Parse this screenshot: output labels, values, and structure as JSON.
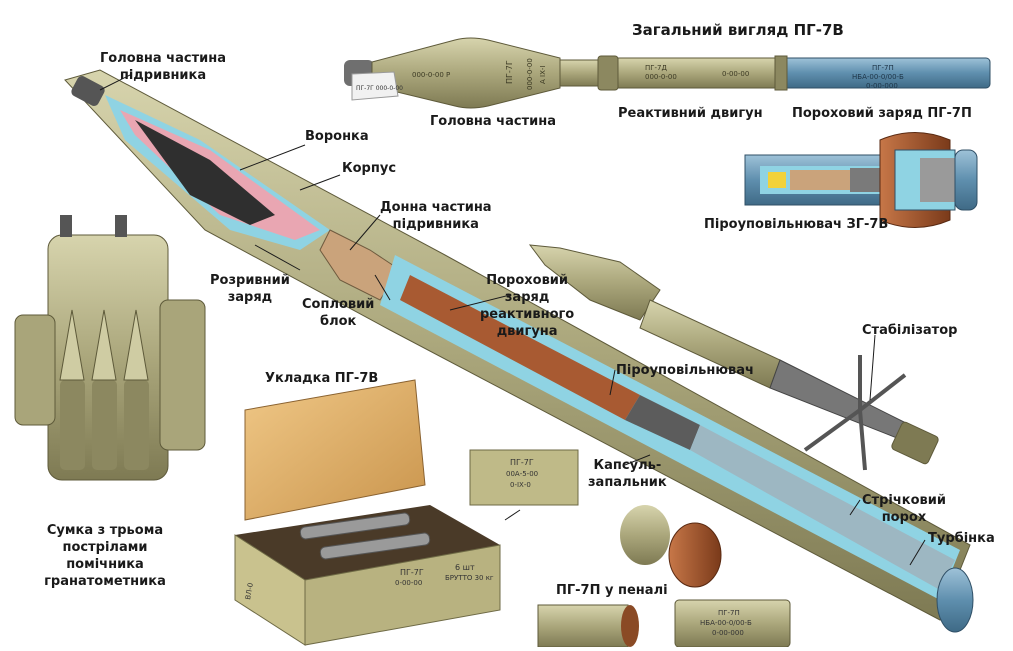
{
  "labels": {
    "title": "Загальний вигляд ПГ-7В",
    "fuze_head": [
      "Головна частина",
      "підривника"
    ],
    "funnel": "Воронка",
    "body": "Корпус",
    "fuze_base": [
      "Донна частина",
      "підривника"
    ],
    "burst_charge": [
      "Розривний",
      "заряд"
    ],
    "nozzle_block": [
      "Сопловий",
      "блок"
    ],
    "powder_charge": [
      "Пороховий",
      "заряд",
      "реактивного",
      "двигуна"
    ],
    "stabilizer": "Стабілізатор",
    "retarder": "Піроуповільнювач",
    "primer": [
      "Капсуль-",
      "запальник"
    ],
    "ribbon_powder": [
      "Стрічковий",
      "порох"
    ],
    "turbine": "Турбінка",
    "warhead": "Головна частина",
    "motor": "Реактивний двигун",
    "propellant": "Пороховий заряд ПГ-7П",
    "retarder_3g": "Піроуповільнювач ЗГ-7В",
    "packing": "Укладка ПГ-7В",
    "bag": [
      "Сумка з трьома",
      "пострілами",
      "помічника",
      "гранатометника"
    ],
    "canister": "ПГ-7П у пеналі"
  },
  "markings": {
    "warhead_1": "000-0-00 Р",
    "warhead_2": "ПГ-7Г",
    "warhead_3": "000-0-00",
    "warhead_4": "А IХ-I",
    "motor_1": "ПГ-7Д",
    "motor_2": "000-0-00",
    "motor_3": "0-00-00",
    "tube_1": "ПГ-7П",
    "tube_2": "НБА-00-0/00-Б",
    "tube_3": "0-00-000",
    "tag": "ПГ-7Г 000-0-00",
    "lid_1": "ПГ-7Г",
    "lid_2": "00А-5-00",
    "lid_3": "0-IХ-0",
    "box_1": "ПГ-7Г",
    "box_2": "0-00-00",
    "box_3": "6 шт",
    "box_4": "БРУТТО 30 кг",
    "box_5": "ВЛ-0",
    "canister_1": "ПГ-7П",
    "canister_2": "НБА-00-0/00-Б",
    "canister_3": "0-00-000"
  },
  "colors": {
    "olive": "#a9a57a",
    "olive_dark": "#7f7b55",
    "olive_light": "#cfcca3",
    "steel_blue": "#5f8fae",
    "cutaway_cyan": "#8fd3e3",
    "explosive_pink": "#e9a6b2",
    "powder_brown": "#a85a32",
    "wood": "#e6b66e",
    "wood_dark": "#b98843",
    "copper": "#a8572c"
  }
}
